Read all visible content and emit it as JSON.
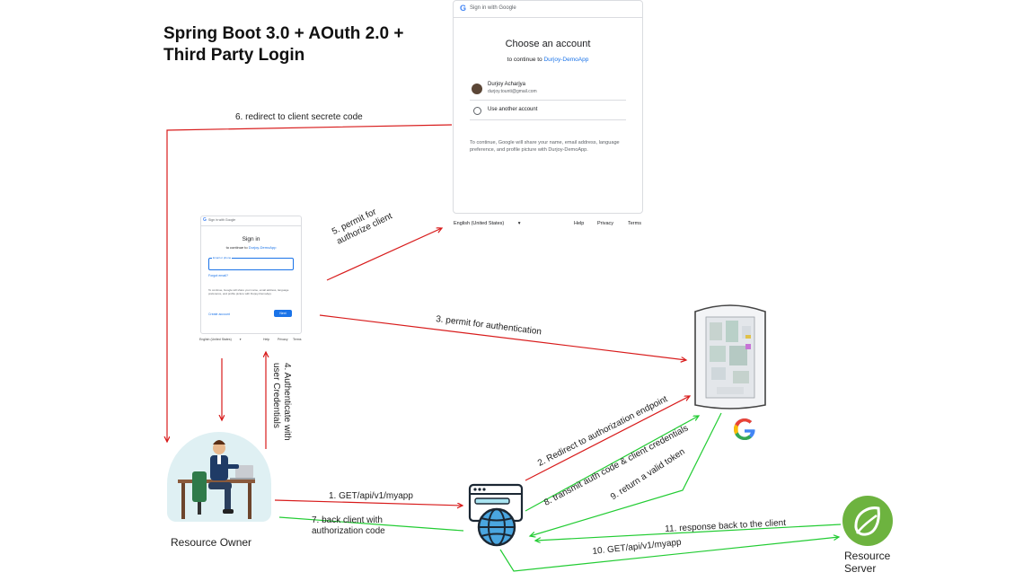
{
  "title": {
    "line1": "Spring Boot 3.0 + AOuth 2.0 +",
    "line2": "Third Party Login"
  },
  "choose_account_card": {
    "header": "Sign in with Google",
    "heading": "Choose an account",
    "subtitle_prefix": "to continue to",
    "app_name": "Durjoy-DemoApp",
    "account_name": "Durjoy Acharjya",
    "account_email": "durjoy.tounti@gmail.com",
    "another_account": "Use another account",
    "info": "To continue, Google will share your name, email address, language preference, and profile picture with Durjoy-DemoApp.",
    "footer_language": "English (United States)",
    "footer_help": "Help",
    "footer_privacy": "Privacy",
    "footer_terms": "Terms"
  },
  "signin_card": {
    "header": "Sign in with Google",
    "heading": "Sign in",
    "subtitle_prefix": "to continue to",
    "app_name": "Durjoy-DemoApp",
    "input_placeholder": "Email or phone",
    "forgot": "Forgot email?",
    "info": "To continue, Google will share your name, email address, language preference, and profile picture with Durjoy-DemoApp.",
    "create": "Create account",
    "next": "Next",
    "footer_language": "English (United States)",
    "footer_help": "Help",
    "footer_privacy": "Privacy",
    "footer_terms": "Terms"
  },
  "nodes": {
    "resource_owner": "Resource Owner",
    "resource_server_line1": "Resource",
    "resource_server_line2": "Server"
  },
  "steps": {
    "s1": "1. GET/api/v1/myapp",
    "s2": "2. Redirect to authorization endpoint",
    "s3": "3. permit for authentication",
    "s4_line1": "4. Authenticate with",
    "s4_line2": "user Credentials",
    "s5_line1": "5. permit for",
    "s5_line2": "authorize client",
    "s6": "6. redirect to client secrete code",
    "s7_line1": "7. back client with",
    "s7_line2": "authorization code",
    "s8": "8. transmit auth code & client credentials",
    "s9": "9. return a valid token",
    "s10": "10. GET/api/v1/myapp",
    "s11": "11. response back to the client"
  },
  "colors": {
    "red_arrow": "#d81b1b",
    "green_arrow": "#22cc33",
    "google_blue": "#4285f4",
    "spring_green": "#6db33f"
  }
}
